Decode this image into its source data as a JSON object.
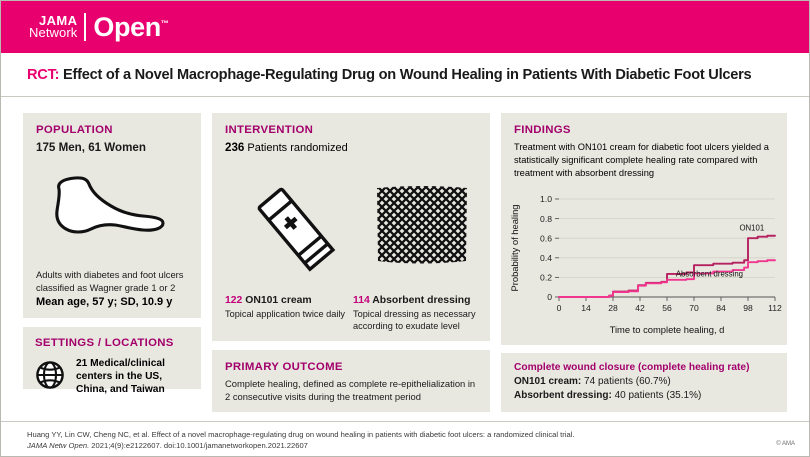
{
  "header": {
    "logo_jama": "JAMA",
    "logo_network": "Network",
    "logo_open": "Open",
    "brand_color": "#e8006e"
  },
  "title": {
    "kicker": "RCT:",
    "text": "Effect of a Novel Macrophage-Regulating Drug on Wound Healing in Patients With Diabetic Foot Ulcers"
  },
  "population": {
    "heading": "POPULATION",
    "counts": "175 Men, 61 Women",
    "description": "Adults with diabetes and foot ulcers classified as Wagner grade 1 or 2",
    "mean_age": "Mean age, 57 y; SD, 10.9 y",
    "icon": "foot-icon"
  },
  "settings": {
    "heading": "SETTINGS / LOCATIONS",
    "text": "21 Medical/clinical centers in the US, China, and Taiwan",
    "icon": "globe-icon"
  },
  "intervention": {
    "heading": "INTERVENTION",
    "randomized_count": "236",
    "randomized_label": "Patients randomized",
    "arms": [
      {
        "count": "122",
        "name": "ON101 cream",
        "caption": "Topical application twice daily",
        "icon": "cream-tube-icon"
      },
      {
        "count": "114",
        "name": "Absorbent dressing",
        "caption": "Topical dressing as necessary according to exudate level",
        "icon": "mesh-dressing-icon"
      }
    ]
  },
  "primary_outcome": {
    "heading": "PRIMARY OUTCOME",
    "text": "Complete healing, defined as complete re-epithelialization in 2 consecutive visits during the treatment period"
  },
  "findings": {
    "heading": "FINDINGS",
    "text": "Treatment with ON101 cream for diabetic foot ulcers yielded a statistically significant complete healing rate compared with treatment with absorbent dressing"
  },
  "results": {
    "heading": "Complete wound closure (complete healing rate)",
    "rows": [
      {
        "label": "ON101 cream:",
        "value": "74 patients (60.7%)"
      },
      {
        "label": "Absorbent dressing:",
        "value": "40 patients (35.1%)"
      }
    ]
  },
  "footer": {
    "citation_line1": "Huang YY, Lin CW, Cheng NC, et al. Effect of a novel macrophage-regulating drug on wound healing in patients with diabetic foot ulcers: a randomized clinical trial.",
    "citation_journal": "JAMA Netw Open.",
    "citation_line2": " 2021;4(9):e2122607. doi:10.1001/jamanetworkopen.2021.22607",
    "copyright": "© AMA"
  },
  "chart_data": {
    "type": "line",
    "title": "",
    "xlabel": "Time to complete healing, d",
    "ylabel": "Probability of healing",
    "xlim": [
      0,
      112
    ],
    "ylim": [
      0,
      1.0
    ],
    "xticks": [
      0,
      14,
      28,
      42,
      56,
      70,
      84,
      98,
      112
    ],
    "yticks": [
      0,
      0.2,
      0.4,
      0.6,
      0.8,
      1.0
    ],
    "ytick_labels": [
      "0",
      "0.2",
      "0.4",
      "0.6",
      "0.8",
      "1.0"
    ],
    "grid": true,
    "legend_position": "inline-annotation",
    "colors": {
      "on101": "#b5215f",
      "absorbent": "#f0368f"
    },
    "series": [
      {
        "name": "ON101",
        "color": "#b5215f",
        "label_x": 100,
        "label_y": 0.68,
        "points": [
          [
            0,
            0.0
          ],
          [
            26,
            0.0
          ],
          [
            26,
            0.015
          ],
          [
            28,
            0.015
          ],
          [
            28,
            0.055
          ],
          [
            36,
            0.055
          ],
          [
            36,
            0.065
          ],
          [
            41,
            0.065
          ],
          [
            41,
            0.12
          ],
          [
            45,
            0.12
          ],
          [
            45,
            0.145
          ],
          [
            53,
            0.145
          ],
          [
            53,
            0.155
          ],
          [
            56,
            0.155
          ],
          [
            56,
            0.235
          ],
          [
            66,
            0.235
          ],
          [
            66,
            0.25
          ],
          [
            70,
            0.25
          ],
          [
            70,
            0.325
          ],
          [
            80,
            0.325
          ],
          [
            80,
            0.34
          ],
          [
            90,
            0.34
          ],
          [
            90,
            0.35
          ],
          [
            96,
            0.35
          ],
          [
            96,
            0.375
          ],
          [
            98,
            0.375
          ],
          [
            98,
            0.6
          ],
          [
            103,
            0.6
          ],
          [
            103,
            0.615
          ],
          [
            108,
            0.615
          ],
          [
            108,
            0.625
          ],
          [
            112,
            0.625
          ]
        ]
      },
      {
        "name": "Absorbent dressing",
        "color": "#f0368f",
        "label_x": 78,
        "label_y": 0.21,
        "points": [
          [
            0,
            0.0
          ],
          [
            26,
            0.0
          ],
          [
            26,
            0.012
          ],
          [
            28,
            0.012
          ],
          [
            28,
            0.05
          ],
          [
            36,
            0.05
          ],
          [
            36,
            0.058
          ],
          [
            41,
            0.058
          ],
          [
            41,
            0.115
          ],
          [
            45,
            0.115
          ],
          [
            45,
            0.14
          ],
          [
            53,
            0.14
          ],
          [
            53,
            0.15
          ],
          [
            56,
            0.15
          ],
          [
            56,
            0.175
          ],
          [
            66,
            0.175
          ],
          [
            66,
            0.182
          ],
          [
            70,
            0.182
          ],
          [
            70,
            0.24
          ],
          [
            80,
            0.24
          ],
          [
            80,
            0.26
          ],
          [
            90,
            0.26
          ],
          [
            90,
            0.275
          ],
          [
            96,
            0.275
          ],
          [
            96,
            0.3
          ],
          [
            98,
            0.3
          ],
          [
            98,
            0.355
          ],
          [
            103,
            0.355
          ],
          [
            103,
            0.365
          ],
          [
            108,
            0.365
          ],
          [
            108,
            0.375
          ],
          [
            112,
            0.375
          ]
        ]
      }
    ]
  }
}
